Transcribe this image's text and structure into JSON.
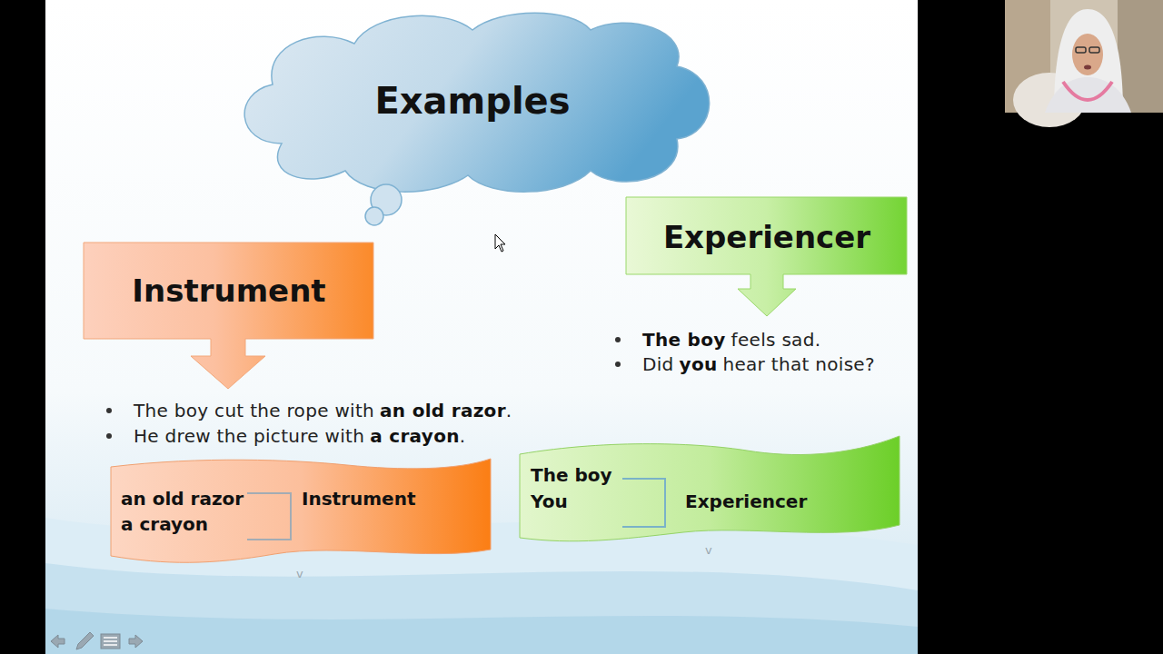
{
  "diagram": {
    "nodes": [
      {
        "text": [
          "Examples"
        ]
      },
      {
        "text": [
          "Instrument"
        ]
      },
      {
        "text": [
          "Experiencer"
        ]
      },
      {
        "text": [
          "an old razor",
          "a crayon",
          "Instrument"
        ]
      },
      {
        "text": [
          "The boy",
          "You",
          "Experiencer"
        ]
      }
    ],
    "labels": [
      "The boy cut the rope with",
      "an old razor",
      ".",
      "He drew the picture with",
      "a crayon",
      ".",
      "The boy",
      "feels sad.",
      "Did",
      "you",
      "hear that noise?",
      "v",
      "v"
    ]
  }
}
